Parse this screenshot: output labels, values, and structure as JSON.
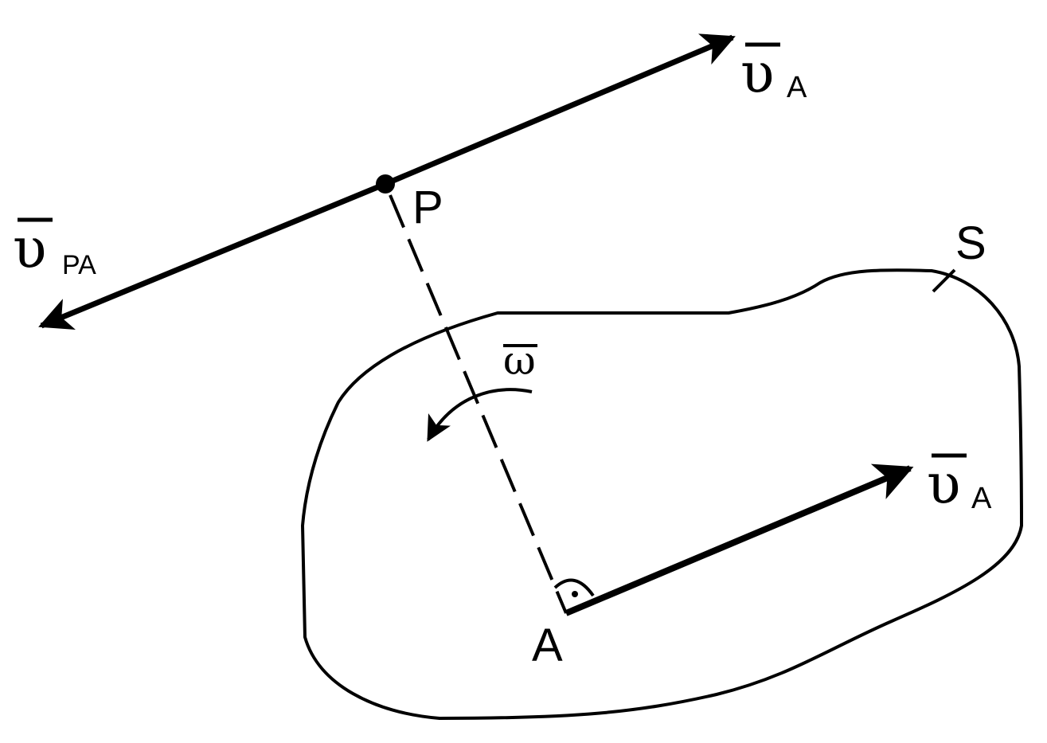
{
  "labels": {
    "point_p": "P",
    "point_a": "A",
    "body_s": "S",
    "omega": "ω",
    "v_symbol": "υ",
    "sub_a": "A",
    "sub_pa": "PA"
  },
  "colors": {
    "ink": "#000000",
    "background": "#ffffff"
  }
}
